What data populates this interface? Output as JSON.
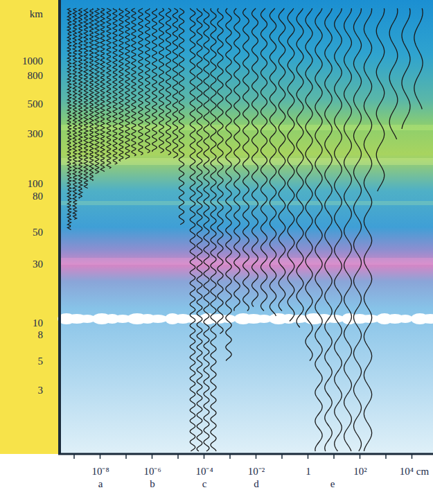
{
  "diagram": {
    "labels": [
      "km",
      "1000",
      "800",
      "500",
      "300",
      "100",
      "80",
      "50",
      "30",
      "10",
      "8",
      "5",
      "3",
      "10⁻⁸",
      "10⁻⁶",
      "10⁻⁴",
      "10⁻²",
      "1",
      "10²",
      "10⁴ cm",
      "a",
      "b",
      "c",
      "d",
      "e"
    ]
  }
}
